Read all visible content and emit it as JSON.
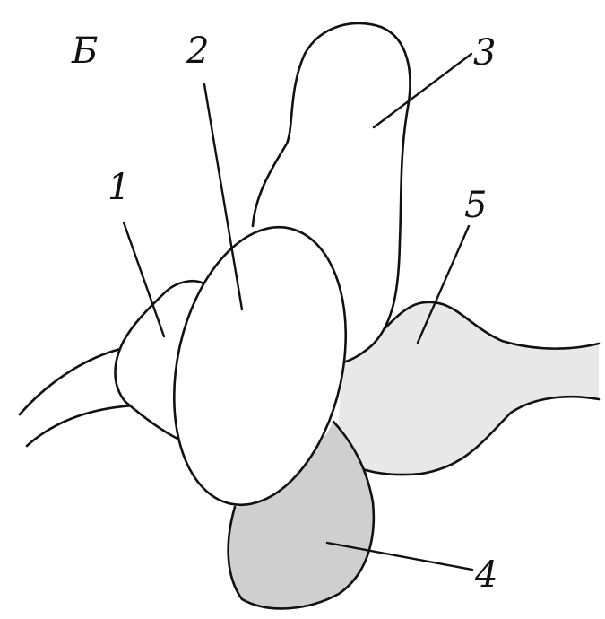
{
  "figure": {
    "panel_letter": "Б",
    "labels": [
      "1",
      "2",
      "3",
      "4",
      "5"
    ]
  },
  "colors": {
    "region_4_fill": "#cfcfcf",
    "region_5_fill": "#e8e8e8",
    "white_fill": "#ffffff",
    "line": "#111111"
  }
}
